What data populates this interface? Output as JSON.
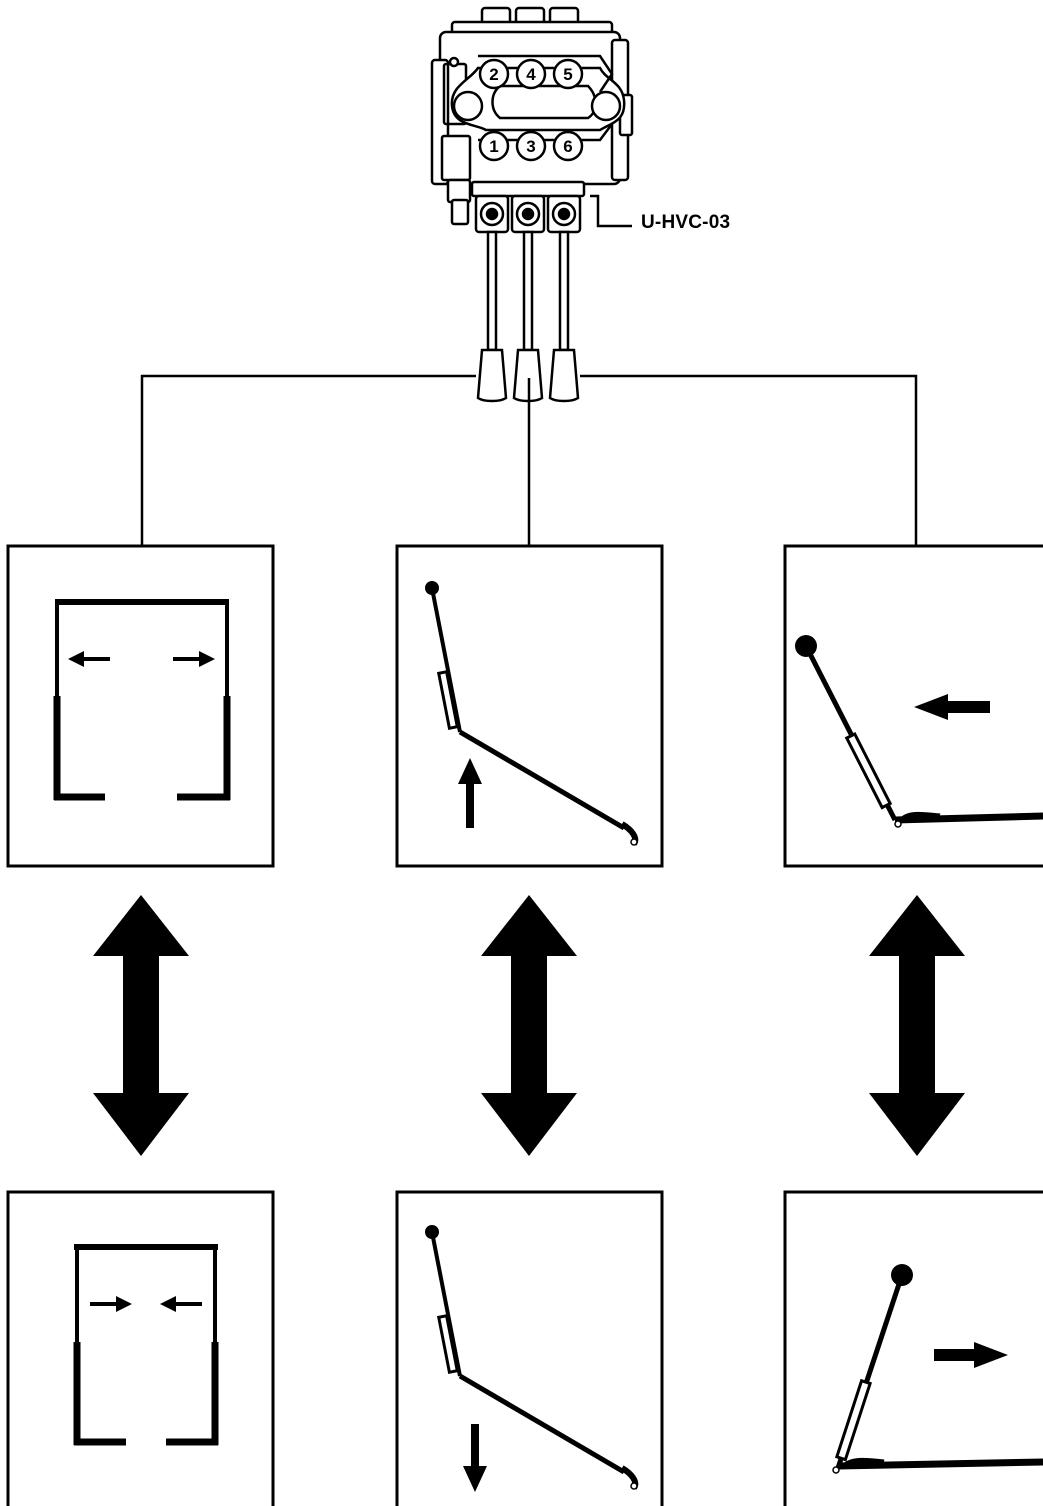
{
  "valve": {
    "label": "U-HVC-03",
    "ports_top": [
      "2",
      "4",
      "5"
    ],
    "ports_bottom": [
      "1",
      "3",
      "6"
    ]
  },
  "functions": [
    {
      "name": "clamp-open-close",
      "upper": "arms-open",
      "lower": "arms-close"
    },
    {
      "name": "tilt",
      "upper": "arrow-up",
      "lower": "arrow-down"
    },
    {
      "name": "side-shift",
      "upper": "arrow-left",
      "lower": "arrow-right"
    }
  ],
  "colors": {
    "line": "#000000",
    "background": "#ffffff"
  }
}
